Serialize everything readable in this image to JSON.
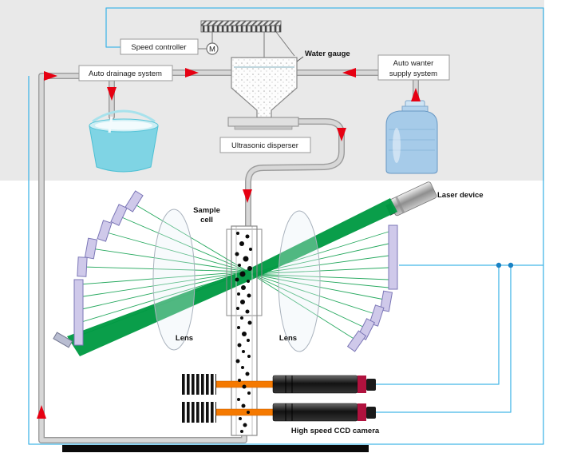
{
  "diagram": {
    "colors": {
      "beam": "#009a43",
      "arrow": "#e60012",
      "wire": "#45b6e8",
      "detector": "#cfc9ea",
      "camerabeam": "#f57900"
    },
    "labels": {
      "speed_controller": "Speed controller",
      "motor": "M",
      "water_gauge": "Water gauge",
      "auto_drainage": "Auto drainage system",
      "auto_supply_1": "Auto wanter",
      "auto_supply_2": "supply system",
      "ultrasonic": "Ultrasonic disperser",
      "laser_device": "Laser device",
      "sample_1": "Sample",
      "sample_2": "cell",
      "lens": "Lens",
      "ccd_camera": "High speed CCD camera"
    }
  }
}
